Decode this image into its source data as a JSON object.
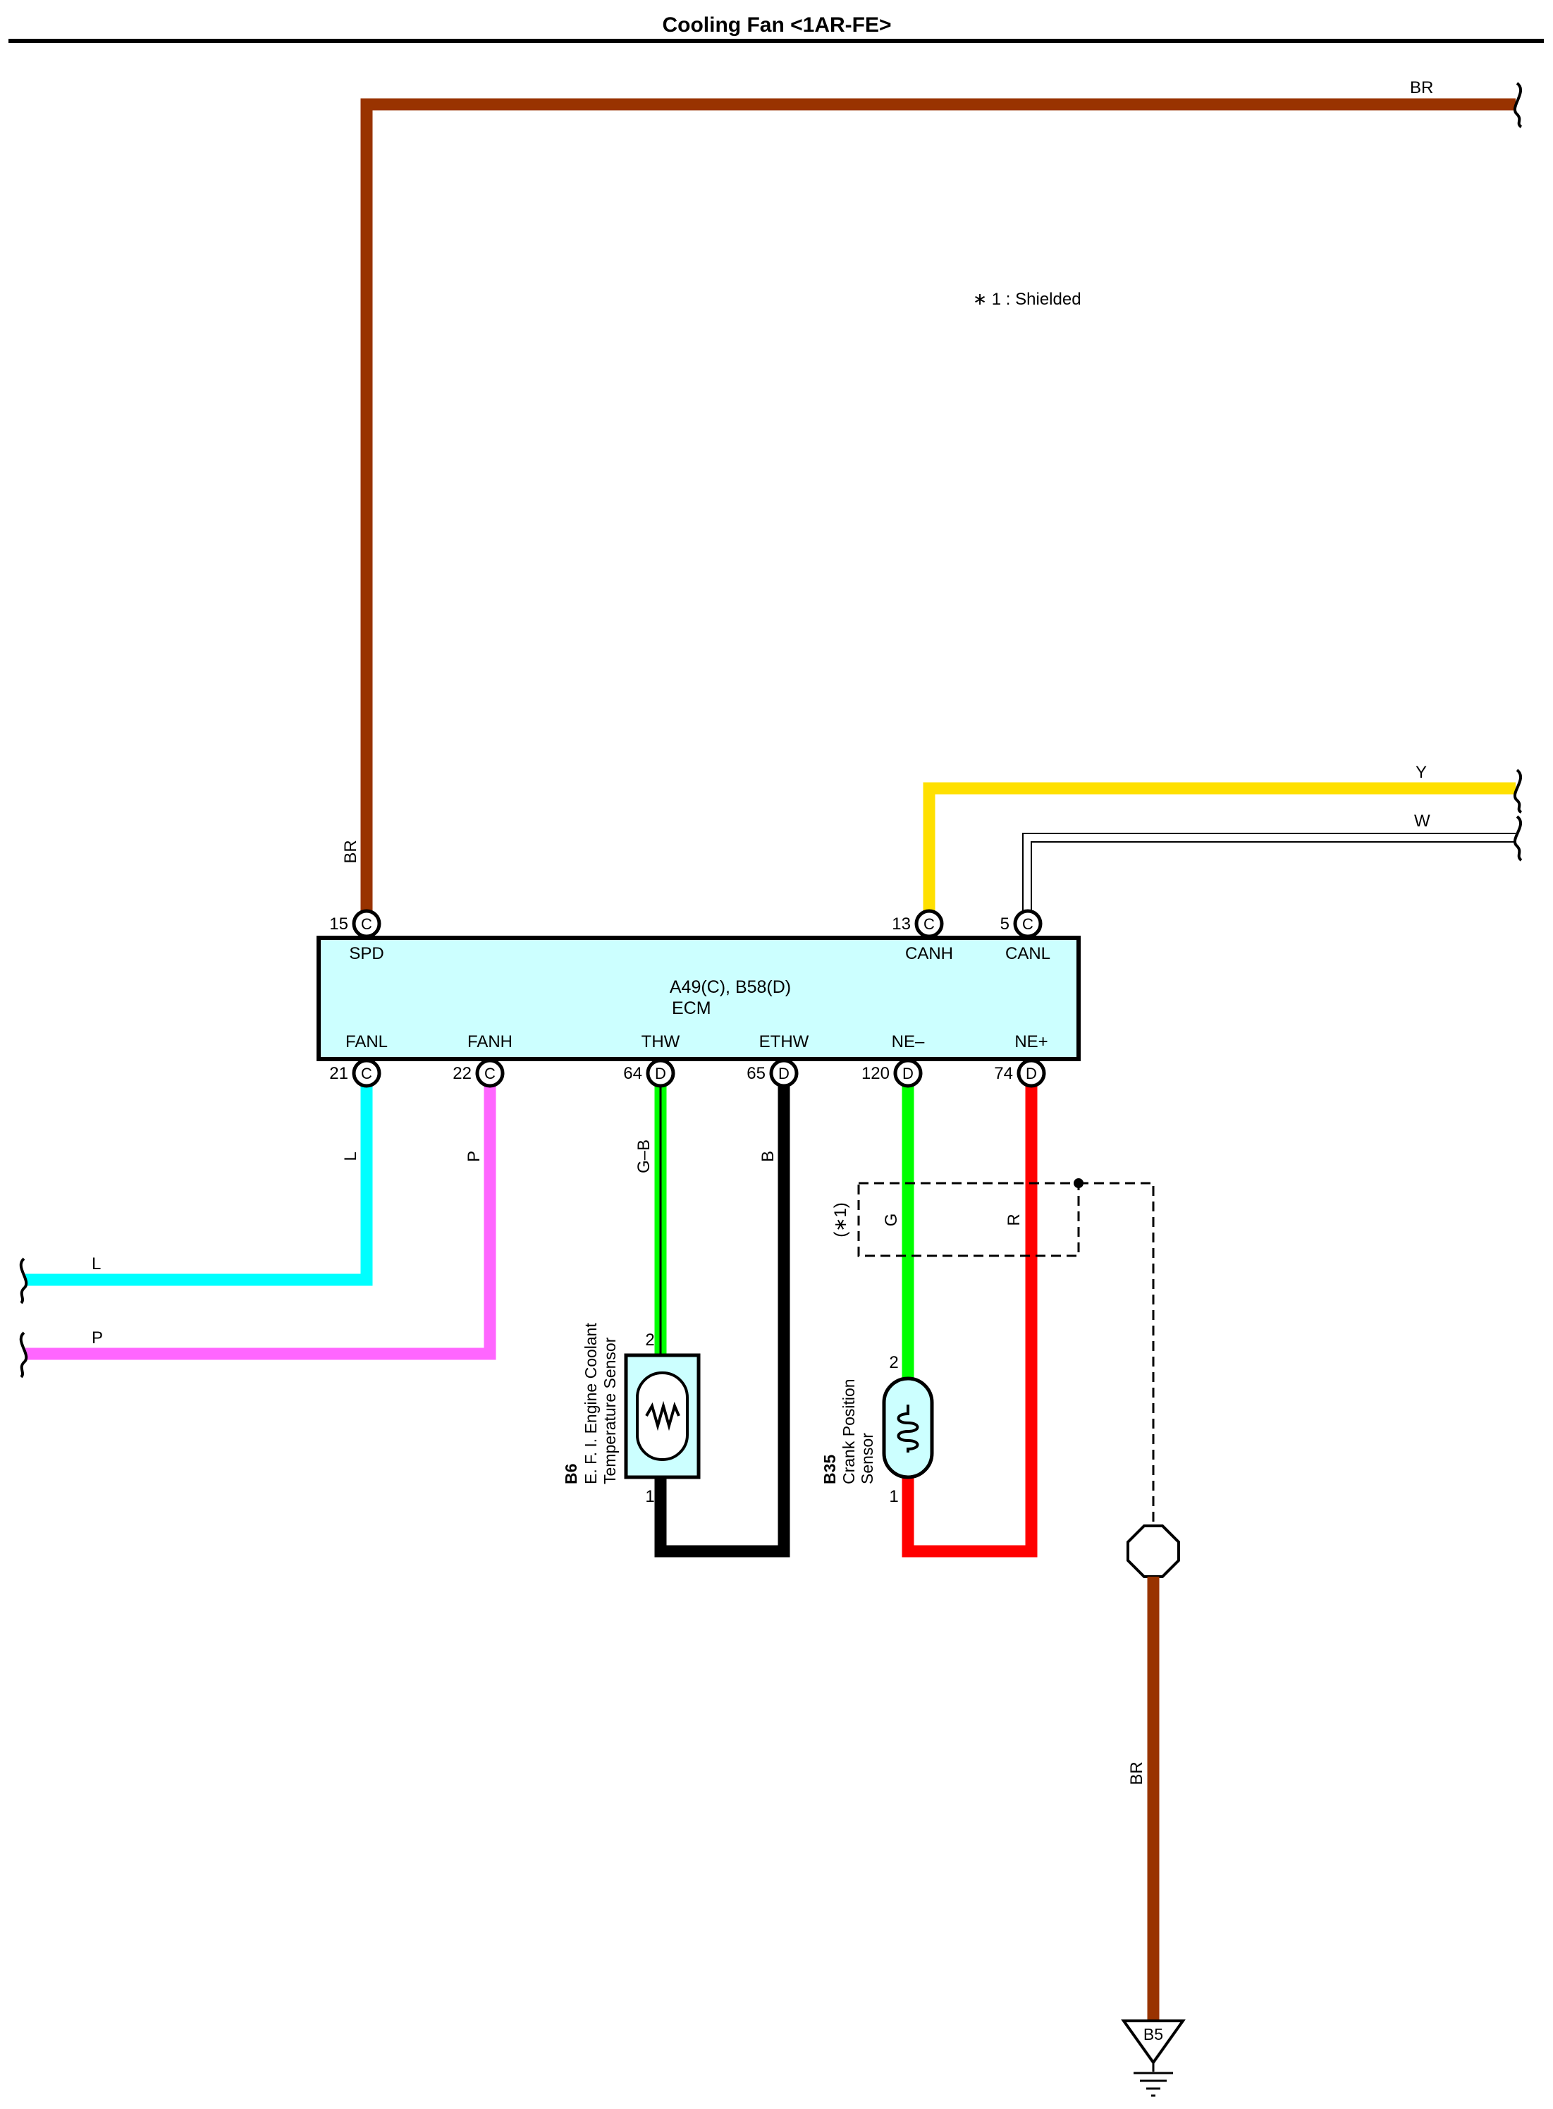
{
  "title": "Cooling Fan <1AR-FE>",
  "note": "∗ 1 : Shielded",
  "colors": {
    "BR": "#993300",
    "Y": "#ffe000",
    "L": "#00ffff",
    "P": "#ff66ff",
    "G": "#00ff00",
    "B": "#000000",
    "R": "#ff0000",
    "ecm_fill": "#ccffff"
  },
  "ecm": {
    "connectors": "A49(C), B58(D)",
    "name": "ECM",
    "top_pins": [
      {
        "num": "15",
        "conn": "C",
        "signal": "SPD"
      },
      {
        "num": "13",
        "conn": "C",
        "signal": "CANH"
      },
      {
        "num": "5",
        "conn": "C",
        "signal": "CANL"
      }
    ],
    "bottom_pins": [
      {
        "num": "21",
        "conn": "C",
        "signal": "FANL"
      },
      {
        "num": "22",
        "conn": "C",
        "signal": "FANH"
      },
      {
        "num": "64",
        "conn": "D",
        "signal": "THW"
      },
      {
        "num": "65",
        "conn": "D",
        "signal": "ETHW"
      },
      {
        "num": "120",
        "conn": "D",
        "signal": "NE–"
      },
      {
        "num": "74",
        "conn": "D",
        "signal": "NE+"
      }
    ]
  },
  "wires": {
    "br_top_right": "BR",
    "br_vertical": "BR",
    "y": "Y",
    "w": "W",
    "l_vertical": "L",
    "l_horizontal": "L",
    "p_vertical": "P",
    "p_horizontal": "P",
    "gb": "G–B",
    "b": "B",
    "g": "G",
    "r": "R",
    "br_ground": "BR"
  },
  "shield_label": "(∗1)",
  "sensors": {
    "b6": {
      "code": "B6",
      "name_line1": "E. F. I.  Engine Coolant",
      "name_line2": "Temperature Sensor",
      "pin_top": "2",
      "pin_bottom": "1"
    },
    "b35": {
      "code": "B35",
      "name_line1": "Crank Position",
      "name_line2": "Sensor",
      "pin_top": "2",
      "pin_bottom": "1"
    }
  },
  "ground": {
    "code": "B5"
  }
}
